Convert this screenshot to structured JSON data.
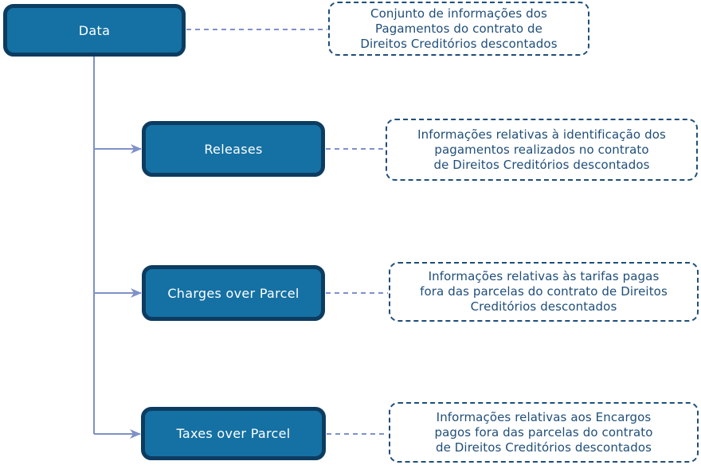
{
  "diagram": {
    "root": {
      "label": "Data",
      "description_lines": [
        "Conjunto de informações dos",
        "Pagamentos do contrato de",
        "Direitos Creditórios descontados"
      ]
    },
    "children": [
      {
        "label": "Releases",
        "description_lines": [
          "Informações relativas à identificação dos",
          "pagamentos realizados no contrato",
          "de Direitos Creditórios descontados"
        ]
      },
      {
        "label": "Charges over Parcel",
        "description_lines": [
          "Informações relativas às tarifas pagas",
          "fora das parcelas do contrato de Direitos",
          "Creditórios descontados"
        ]
      },
      {
        "label": "Taxes over Parcel",
        "description_lines": [
          "Informações relativas aos Encargos",
          "pagos fora das parcelas do contrato",
          "de Direitos Creditórios descontados"
        ]
      }
    ],
    "colors": {
      "node_fill": "#1571A3",
      "node_border": "#0D3C61",
      "node_text": "#FFFFFF",
      "annotation_border": "#1F4E79",
      "annotation_text": "#1F4E79",
      "connector": "#7E91C8"
    }
  }
}
